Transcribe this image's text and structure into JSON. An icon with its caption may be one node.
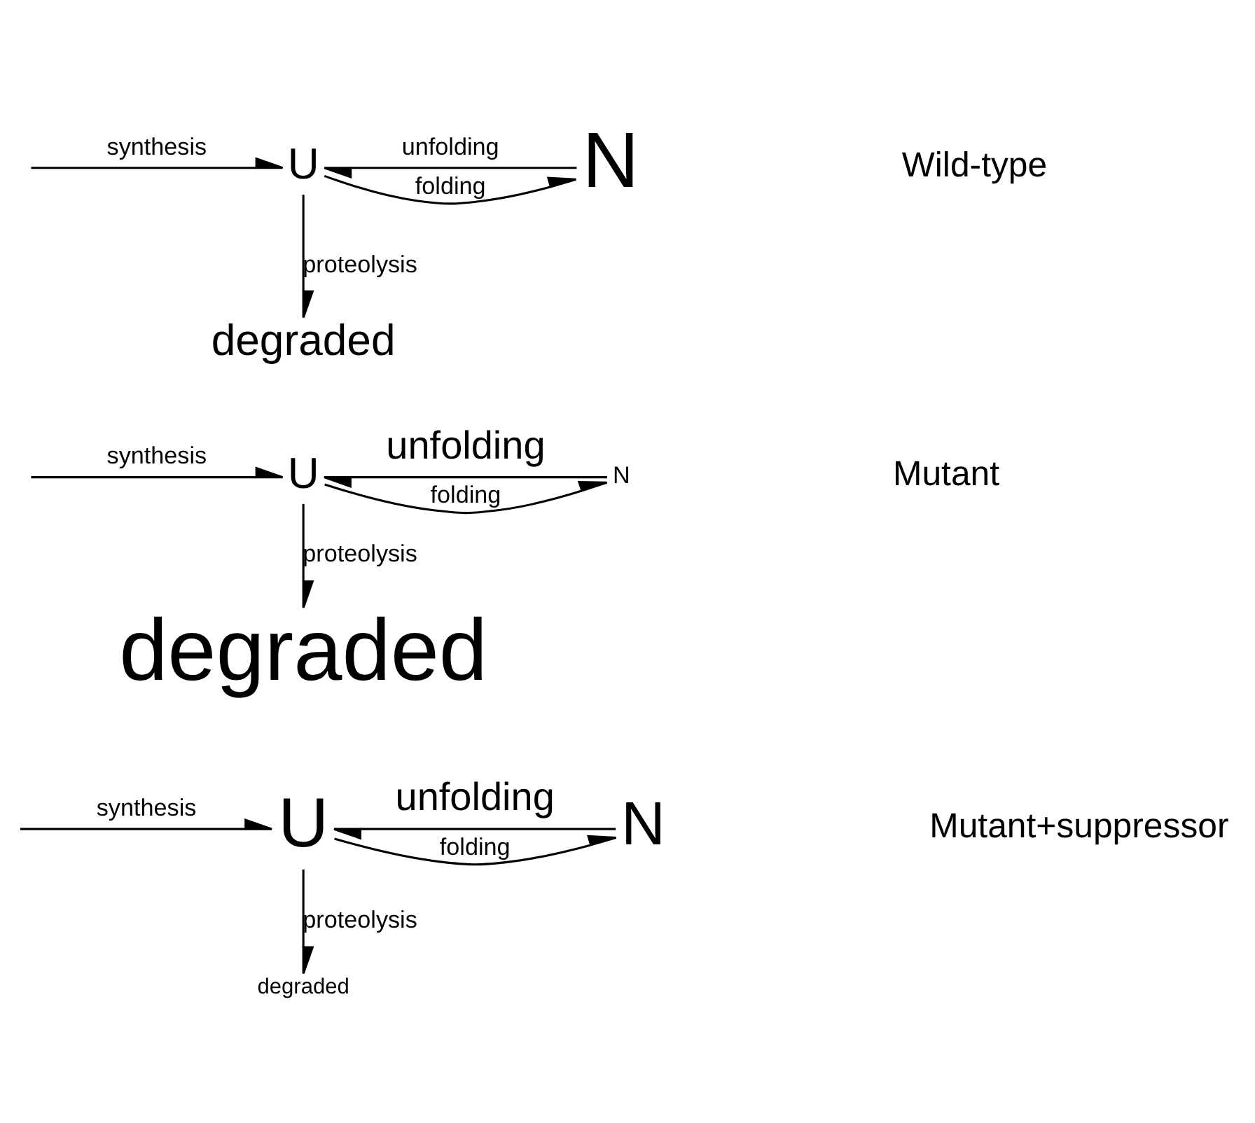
{
  "diagram": {
    "nodes": [
      {
        "text": [
          "U"
        ]
      },
      {
        "text": [
          "N"
        ]
      },
      {
        "text": [
          "degraded"
        ]
      },
      {
        "text": [
          "U"
        ]
      },
      {
        "text": [
          "N"
        ]
      },
      {
        "text": [
          "degraded"
        ]
      },
      {
        "text": [
          "U"
        ]
      },
      {
        "text": [
          "N"
        ]
      },
      {
        "text": [
          "degraded"
        ]
      }
    ],
    "edges": [
      {
        "from": null,
        "to": 0,
        "arrow": "to",
        "label": "synthesis"
      },
      {
        "from": 0,
        "to": 1,
        "arrow": "to",
        "label": "folding"
      },
      {
        "from": 1,
        "to": 0,
        "arrow": "to",
        "label": "unfolding"
      },
      {
        "from": 0,
        "to": 2,
        "arrow": "to",
        "label": "proteolysis"
      },
      {
        "from": null,
        "to": 3,
        "arrow": "to",
        "label": "synthesis"
      },
      {
        "from": 3,
        "to": 4,
        "arrow": "to",
        "label": "folding"
      },
      {
        "from": 4,
        "to": 3,
        "arrow": "to",
        "label": "unfolding"
      },
      {
        "from": 3,
        "to": 5,
        "arrow": "to",
        "label": "proteolysis"
      },
      {
        "from": null,
        "to": 6,
        "arrow": "to",
        "label": "synthesis"
      },
      {
        "from": 6,
        "to": 7,
        "arrow": "to",
        "label": "folding"
      },
      {
        "from": 7,
        "to": 6,
        "arrow": "to",
        "label": "unfolding"
      },
      {
        "from": 6,
        "to": 8,
        "arrow": "to",
        "label": "proteolysis"
      }
    ],
    "labels": [
      "Wild-type",
      "Mutant",
      "Mutant+suppressor"
    ]
  }
}
